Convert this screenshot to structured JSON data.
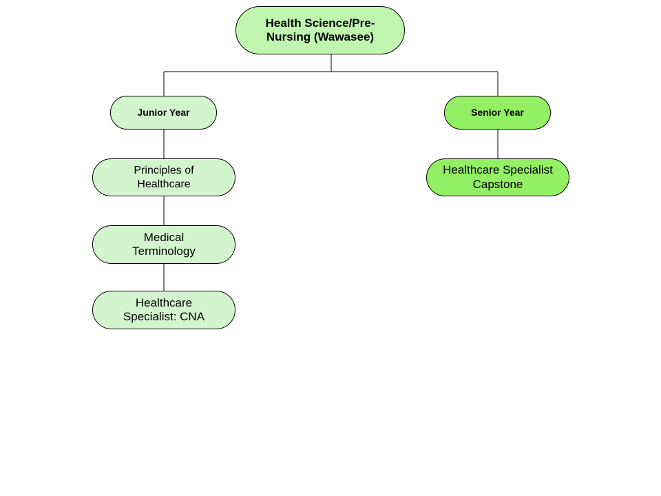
{
  "nodes": {
    "root": {
      "label": "Health Science/Pre-Nursing (Wawasee)",
      "color": "#c0f5b0"
    },
    "junior_year": {
      "label": "Junior Year",
      "color": "#d3f5cd"
    },
    "senior_year": {
      "label": "Senior Year",
      "color": "#93ef63"
    },
    "principles_of_healthcare": {
      "label": "Principles of Healthcare",
      "color": "#d3f5cd"
    },
    "medical_terminology": {
      "label": "Medical Terminology",
      "color": "#d3f5cd"
    },
    "healthcare_specialist_cna": {
      "label": "Healthcare Specialist: CNA",
      "color": "#d3f5cd"
    },
    "healthcare_specialist_capstone": {
      "label": "Healthcare Specialist Capstone",
      "color": "#93ef63"
    }
  },
  "edges": [
    [
      "root",
      "junior_year"
    ],
    [
      "root",
      "senior_year"
    ],
    [
      "junior_year",
      "principles_of_healthcare"
    ],
    [
      "principles_of_healthcare",
      "medical_terminology"
    ],
    [
      "medical_terminology",
      "healthcare_specialist_cna"
    ],
    [
      "senior_year",
      "healthcare_specialist_capstone"
    ]
  ],
  "line_color": "#000000"
}
